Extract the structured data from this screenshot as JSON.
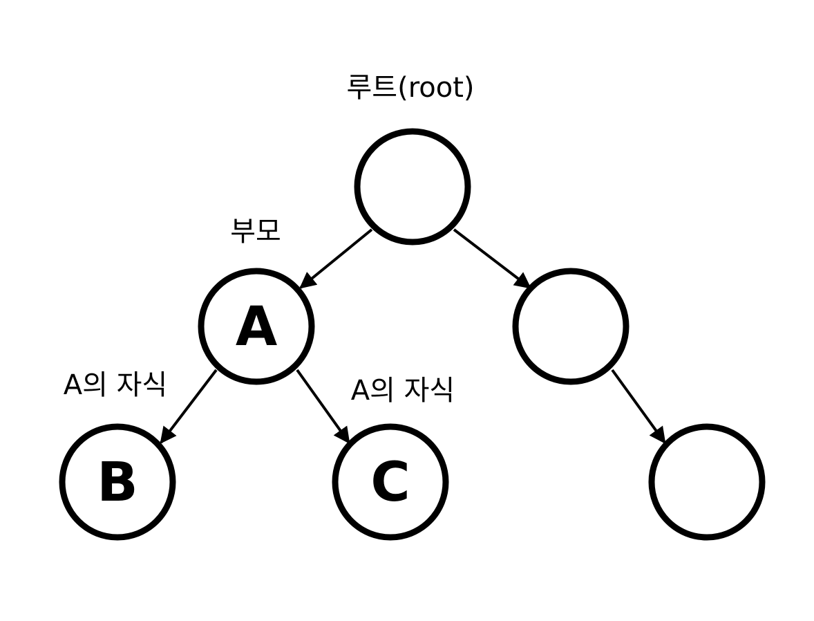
{
  "diagram": {
    "root_label": "루트(root)",
    "parent_label": "부모",
    "child_label_left": "A의 자식",
    "child_label_right": "A의 자식",
    "nodes": {
      "a": "A",
      "b": "B",
      "c": "C"
    },
    "colors": {
      "stroke": "#000000",
      "fill": "#ffffff"
    }
  }
}
